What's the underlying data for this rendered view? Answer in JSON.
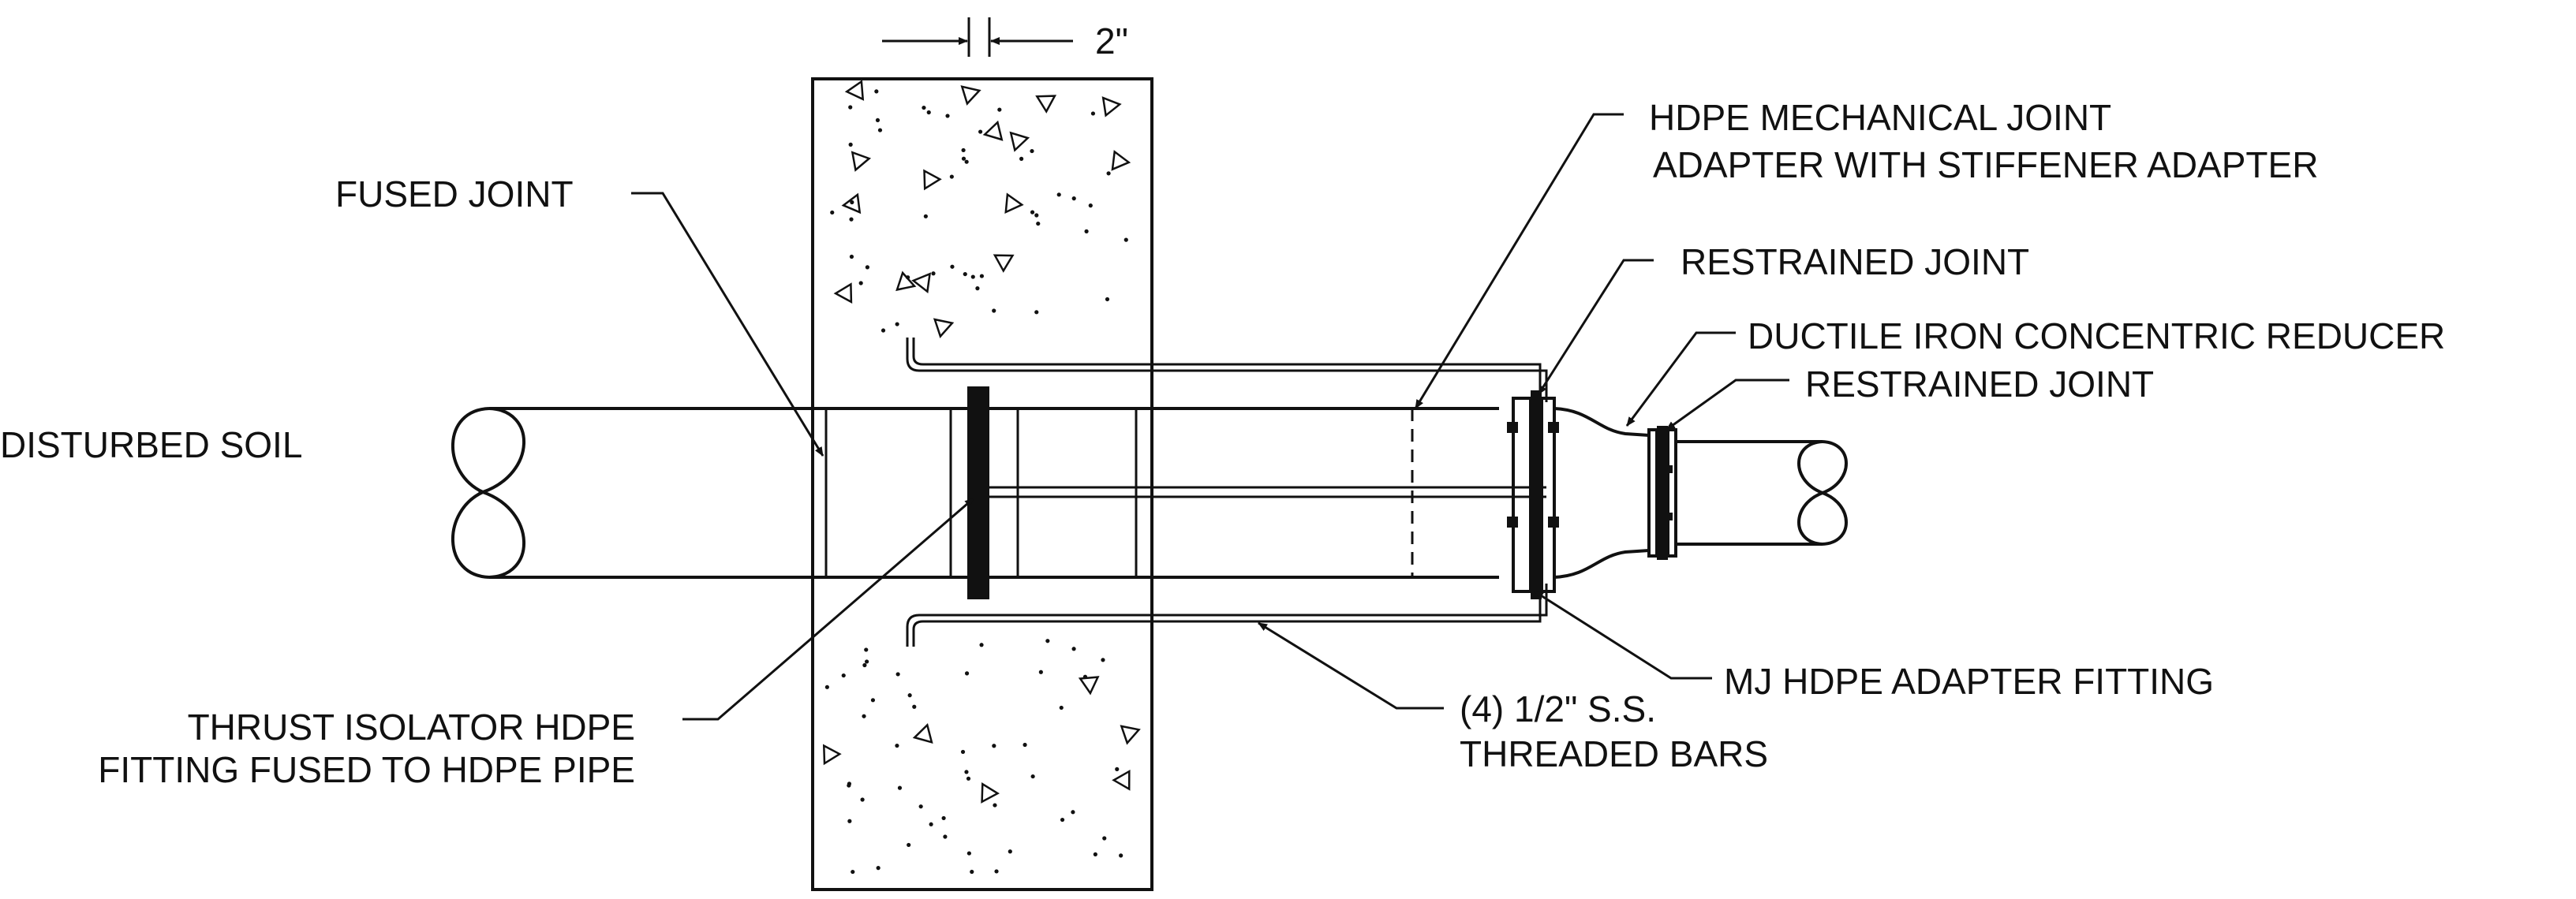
{
  "diagram": {
    "dimension": "2\"",
    "labels": {
      "fused_joint": "FUSED JOINT",
      "disturbed_soil": "DISTURBED SOIL",
      "thrust_isolator_line1": "THRUST ISOLATOR HDPE",
      "thrust_isolator_line2": "FITTING FUSED TO HDPE PIPE",
      "mech_joint_line1": "HDPE MECHANICAL JOINT",
      "mech_joint_line2": "ADAPTER WITH STIFFENER ADAPTER",
      "restrained_joint_1": "RESTRAINED JOINT",
      "reducer": "DUCTILE IRON CONCENTRIC REDUCER",
      "restrained_joint_2": "RESTRAINED JOINT",
      "mj_adapter": "MJ HDPE ADAPTER FITTING",
      "threaded_bars_line1": "(4) 1/2\" S.S.",
      "threaded_bars_line2": "THREADED BARS"
    }
  }
}
